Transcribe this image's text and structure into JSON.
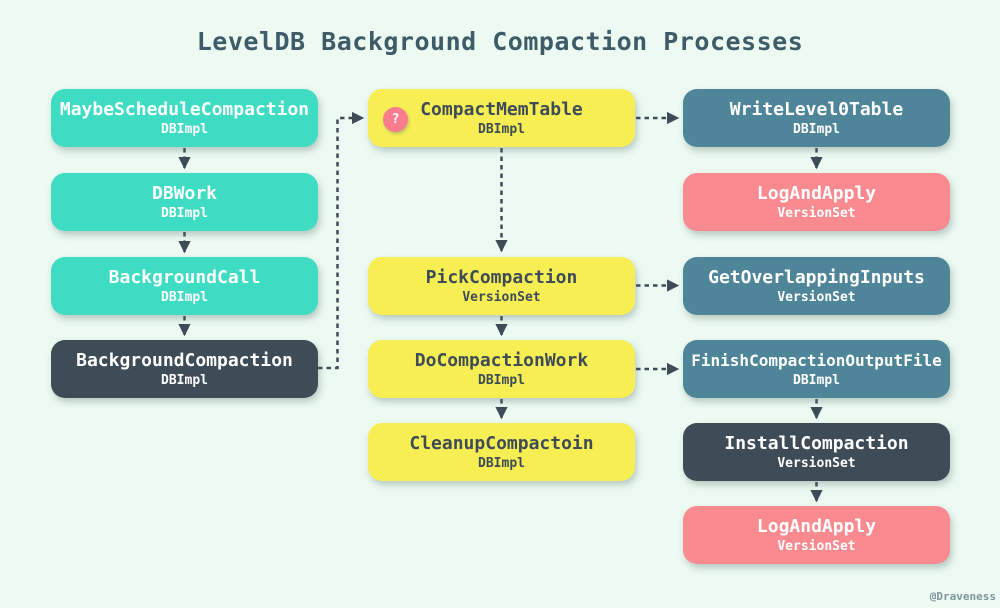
{
  "title": "LevelDB Background Compaction Processes",
  "watermark": "@Draveness",
  "colors": {
    "background": "#ecfaf1",
    "teal": "#3fdcc4",
    "dark": "#3d4c57",
    "yellow": "#f7ee54",
    "steel": "#4e8598",
    "pink": "#f98b90",
    "badge": "#f87c8b",
    "ink": "#3d4c57",
    "title": "#3d5b68",
    "watermark": "#7e969e"
  },
  "nodes": {
    "maybeScheduleCompaction": {
      "title": "MaybeScheduleCompaction",
      "subtitle": "DBImpl"
    },
    "dbWork": {
      "title": "DBWork",
      "subtitle": "DBImpl"
    },
    "backgroundCall": {
      "title": "BackgroundCall",
      "subtitle": "DBImpl"
    },
    "backgroundCompaction": {
      "title": "BackgroundCompaction",
      "subtitle": "DBImpl"
    },
    "compactMemTable": {
      "title": "CompactMemTable",
      "subtitle": "DBImpl",
      "badge": "?"
    },
    "pickCompaction": {
      "title": "PickCompaction",
      "subtitle": "VersionSet"
    },
    "doCompactionWork": {
      "title": "DoCompactionWork",
      "subtitle": "DBImpl"
    },
    "cleanupCompactoin": {
      "title": "CleanupCompactoin",
      "subtitle": "DBImpl"
    },
    "writeLevel0Table": {
      "title": "WriteLevel0Table",
      "subtitle": "DBImpl"
    },
    "logAndApplyTop": {
      "title": "LogAndApply",
      "subtitle": "VersionSet"
    },
    "getOverlappingInputs": {
      "title": "GetOverlappingInputs",
      "subtitle": "VersionSet"
    },
    "finishCompactionOutputFile": {
      "title": "FinishCompactionOutputFile",
      "subtitle": "DBImpl"
    },
    "installCompaction": {
      "title": "InstallCompaction",
      "subtitle": "VersionSet"
    },
    "logAndApplyBottom": {
      "title": "LogAndApply",
      "subtitle": "VersionSet"
    }
  }
}
